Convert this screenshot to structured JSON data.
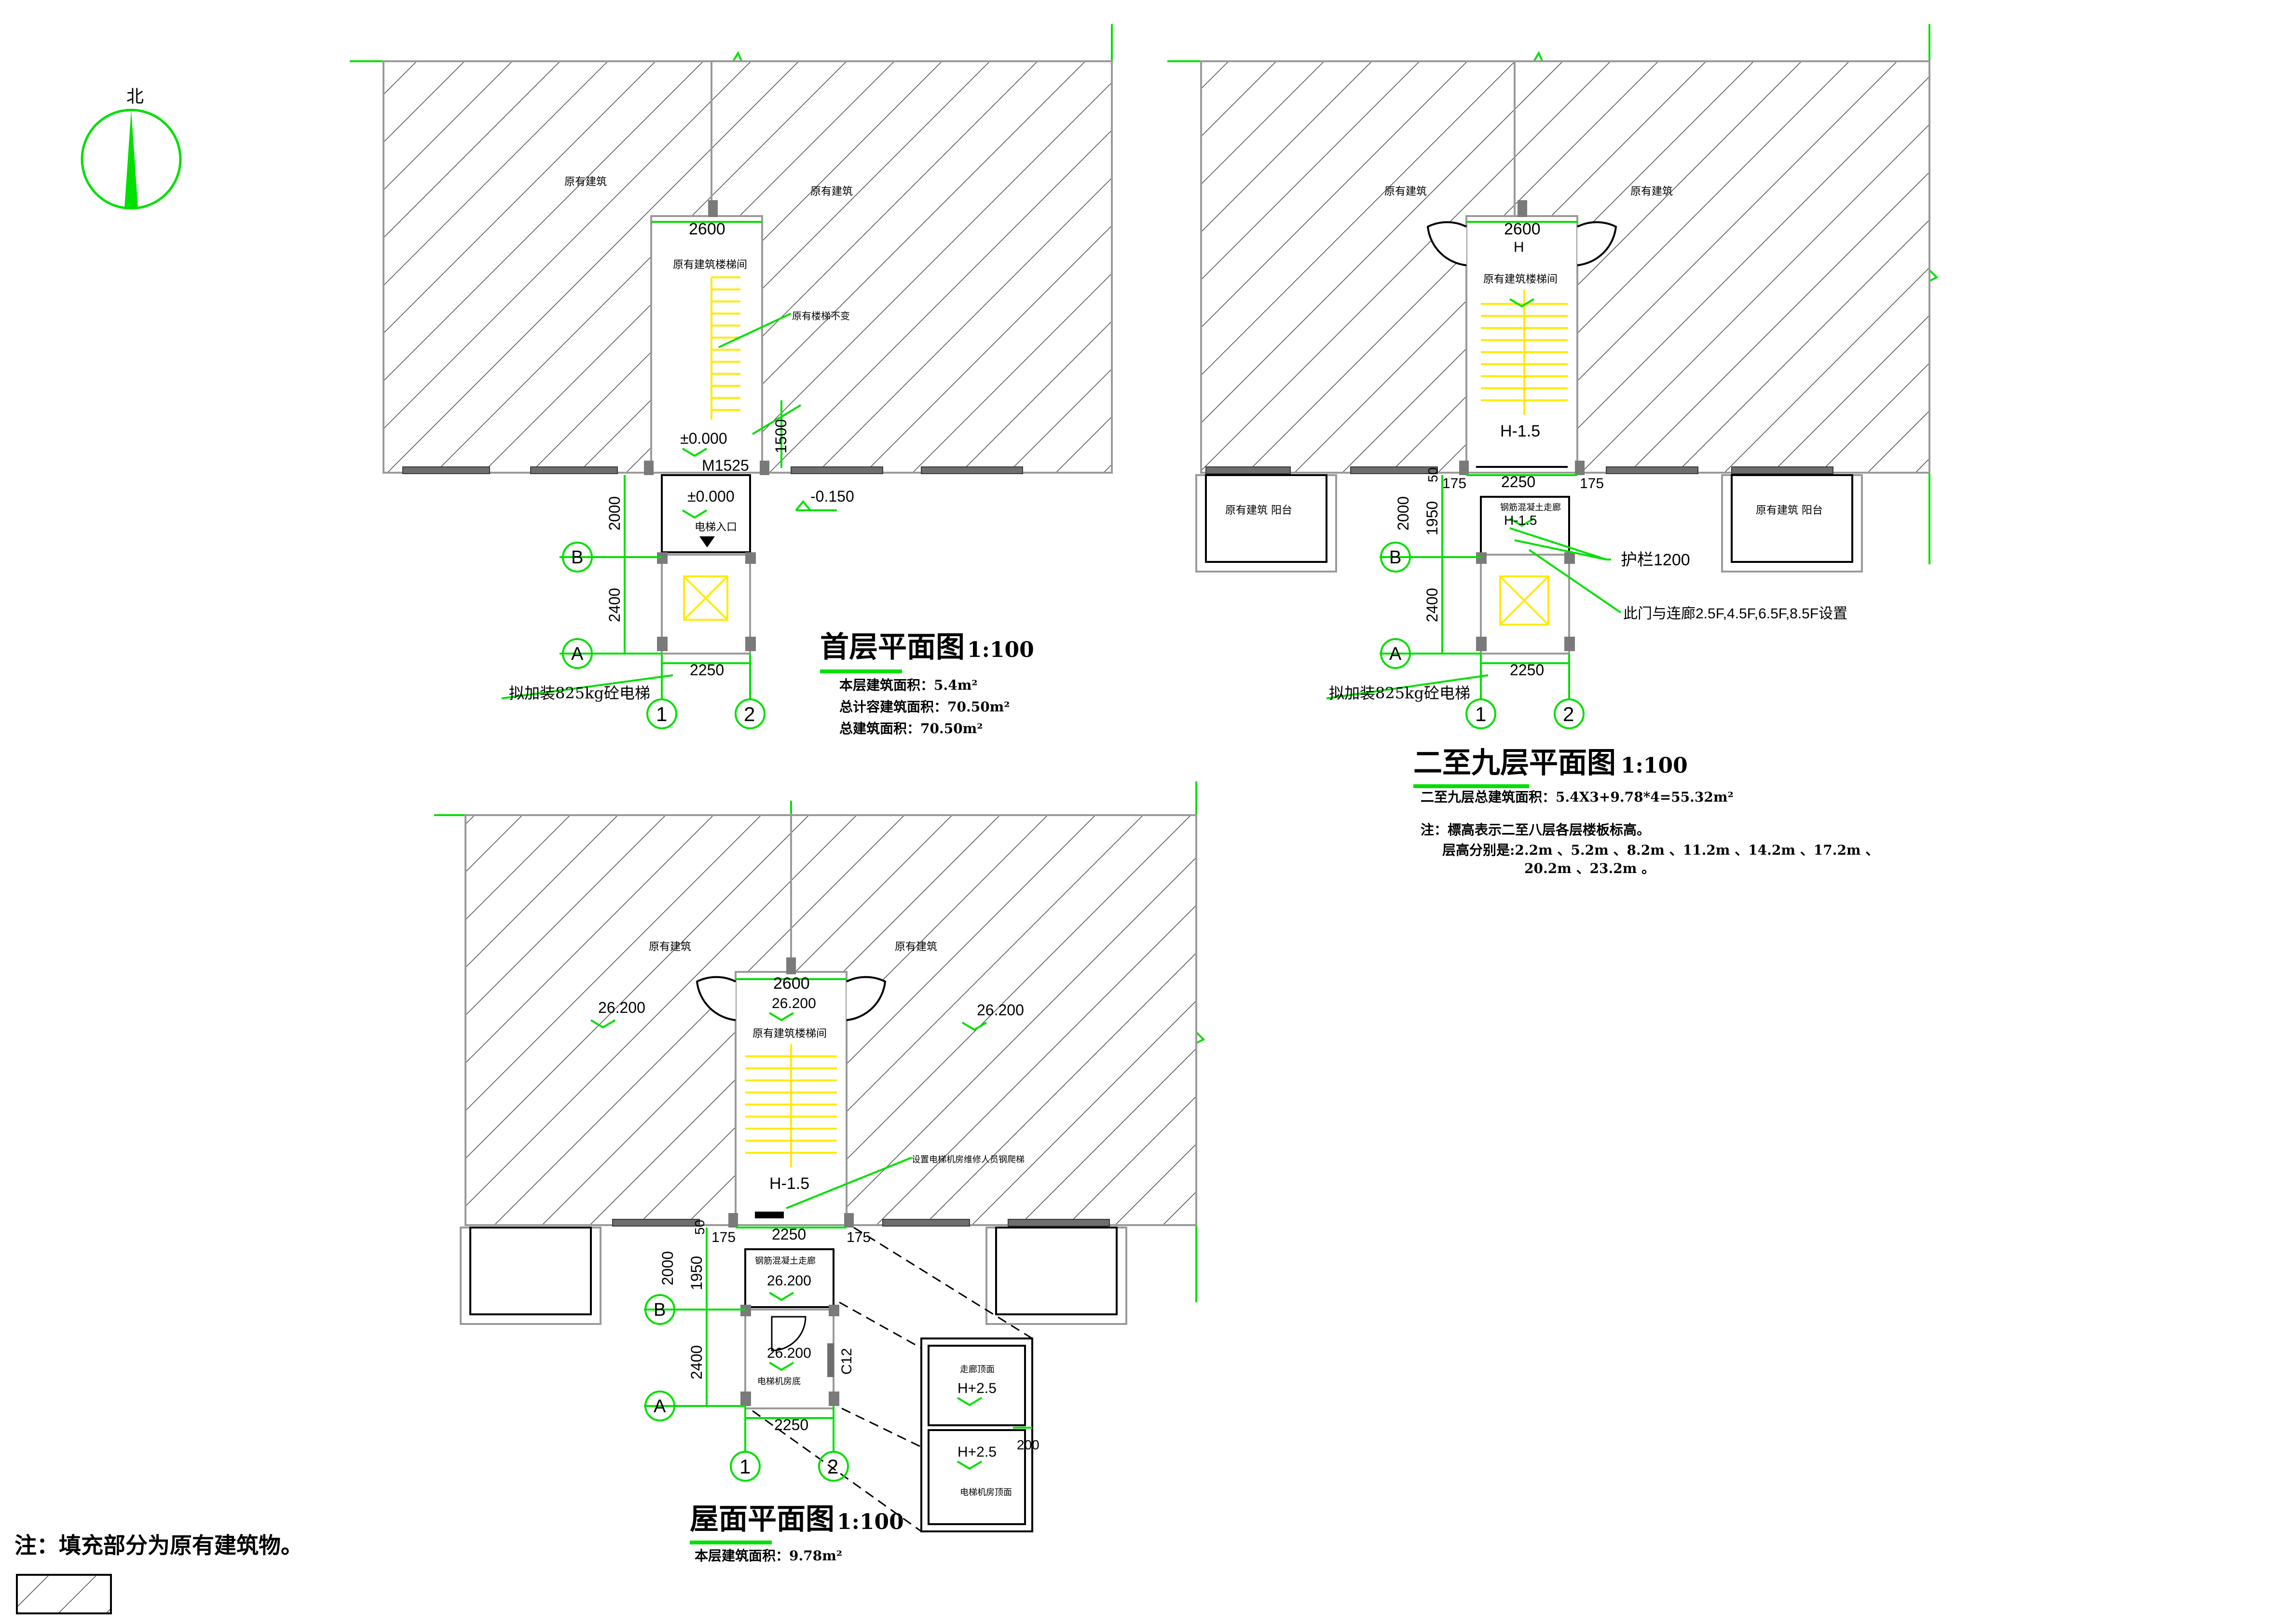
{
  "north": "北",
  "common": {
    "existing_building": "原有建筑",
    "existing_stairwell": "原有建筑楼梯间",
    "existing_balcony": "原有建筑 阳台",
    "dim_2600": "2600",
    "dim_2250": "2250",
    "dim_2000": "2000",
    "dim_2400": "2400",
    "dim_1950": "1950",
    "dim_50": "50",
    "dim_175": "175",
    "dim_1500": "1500",
    "dim_200": "200",
    "axis_A": "A",
    "axis_B": "B",
    "axis_1": "1",
    "axis_2": "2",
    "h_minus_15": "H-1.5",
    "h": "H",
    "elevator_note": "拟加装825kg砼电梯"
  },
  "plan1": {
    "title": "首层平面图",
    "scale": "1:100",
    "stair_unchanged": "原有楼梯不变",
    "level_000": "±0.000",
    "door": "M1525",
    "level_0150": "-0.150",
    "elevator_entry": "电梯入口",
    "area1": "本层建筑面积：5.4m²",
    "area2": "总计容建筑面积：70.50m²",
    "area3": "总建筑面积：70.50m²"
  },
  "plan2": {
    "title": "二至九层平面图",
    "scale": "1:100",
    "corridor": "钢筋混凝土走廊",
    "railing": "护栏1200",
    "door_note": "此门与连廊2.5F,4.5F,6.5F,8.5F设置",
    "area": "二至九层总建筑面积：5.4X3+9.78*4=55.32m²",
    "note1": "注：標高表示二至八层各层楼板标高。",
    "note2": "层高分别是:2.2m 、5.2m 、8.2m 、11.2m 、14.2m 、17.2m 、",
    "note3": "20.2m 、23.2m 。"
  },
  "plan3": {
    "title": "屋面平面图",
    "scale": "1:100",
    "level_26200": "26.200",
    "maintenance_ladder": "设置电梯机房维修人员钢爬梯",
    "corridor": "钢筋混凝土走廊",
    "machine_room_floor": "电梯机房底",
    "window": "C12",
    "corridor_roof": "走廊顶面",
    "h_plus_25": "H+2.5",
    "machine_room_roof": "电梯机房顶面",
    "area": "本层建筑面积：9.78m²"
  },
  "legend": {
    "note": "注：填充部分为原有建筑物。"
  }
}
